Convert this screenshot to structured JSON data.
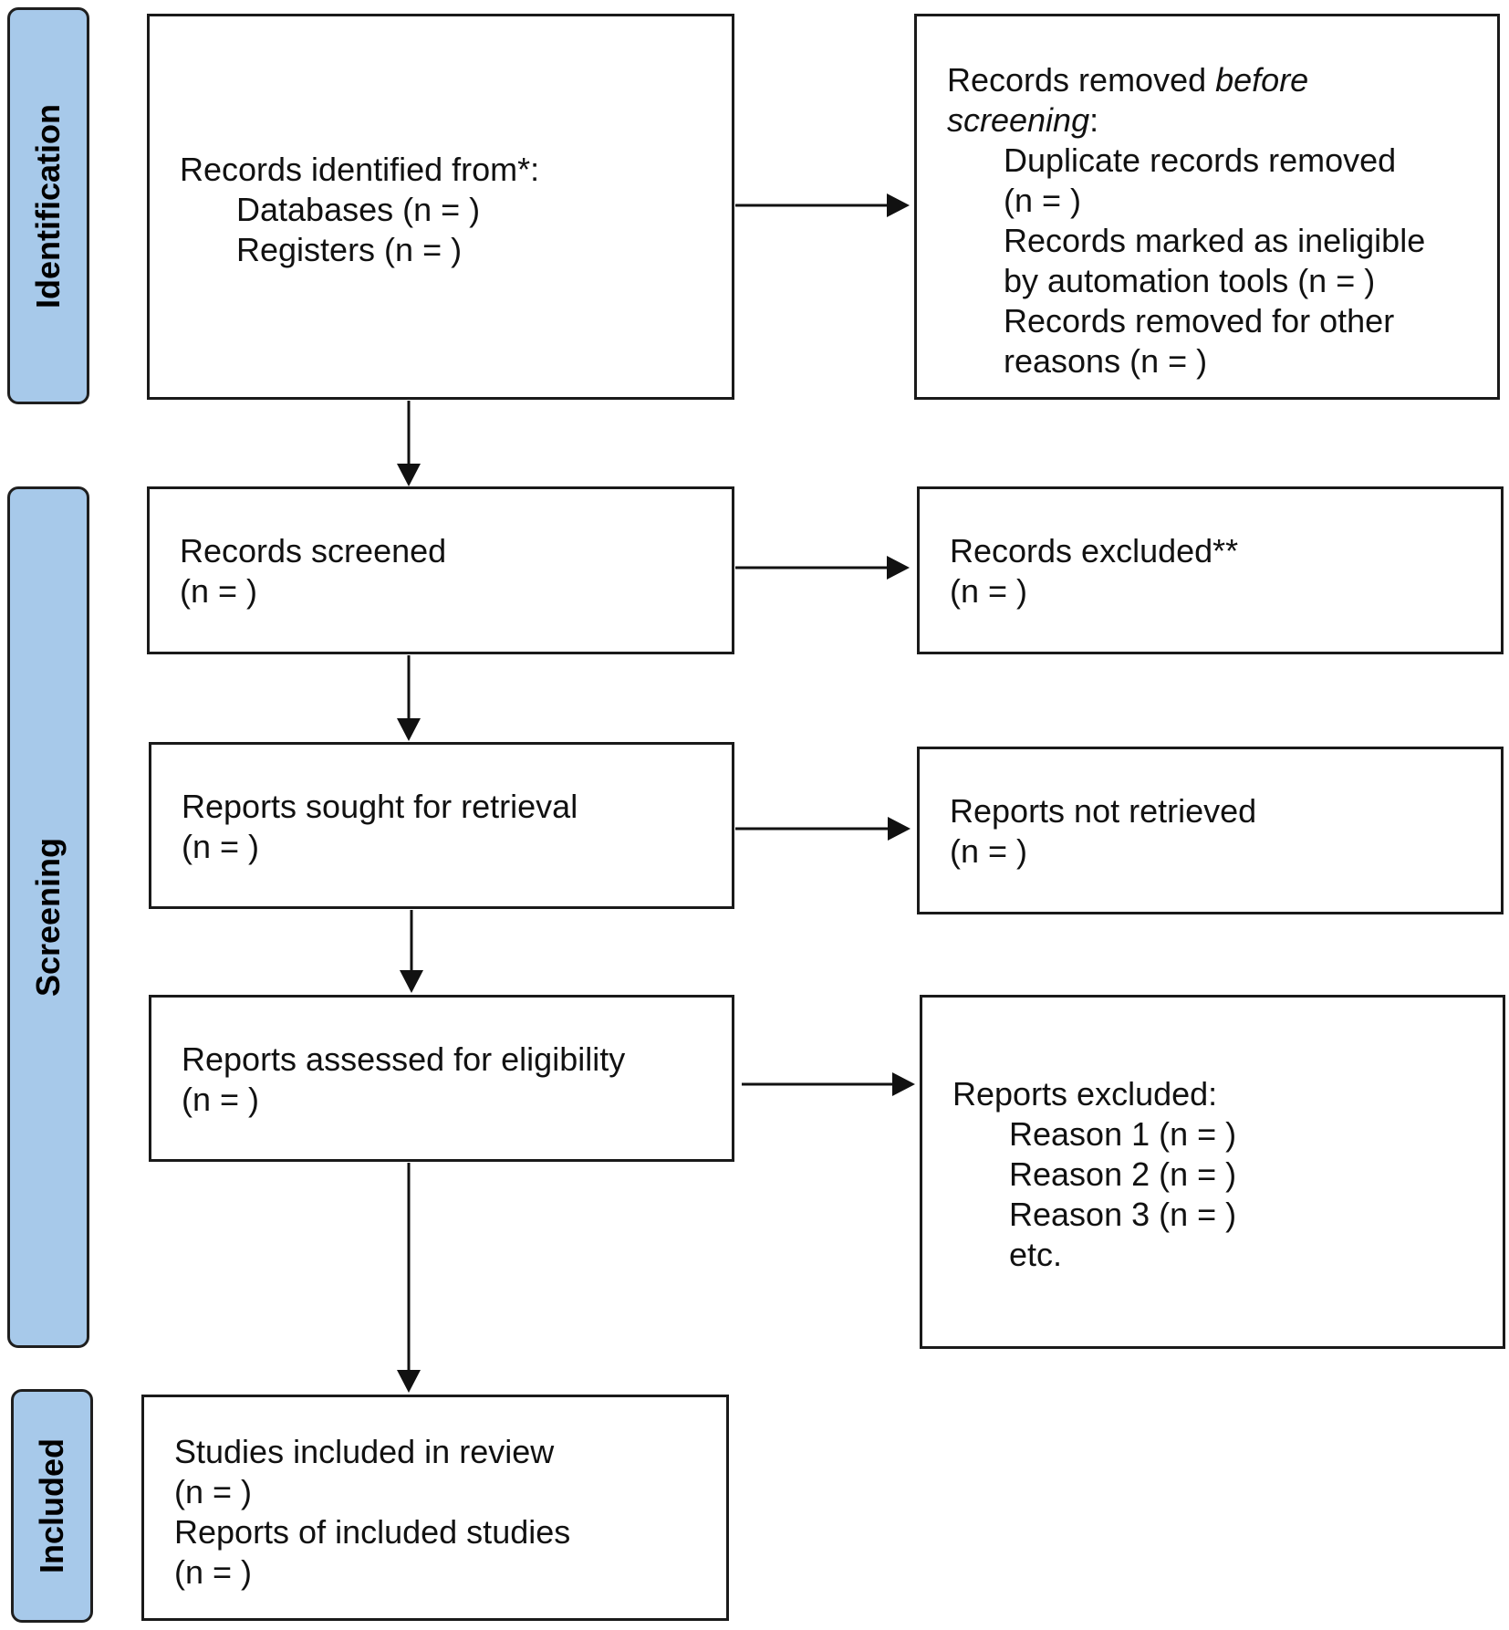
{
  "phases": {
    "identification": "Identification",
    "screening": "Screening",
    "included": "Included"
  },
  "identified": {
    "title": "Records identified from*:",
    "databases": "Databases (n = )",
    "registers": "Registers (n = )"
  },
  "removed": {
    "title_pre": "Records removed ",
    "title_em": "before",
    "title_em2": "screening",
    "title_post": ":",
    "duplicates_1": "Duplicate records removed",
    "duplicates_2": "(n = )",
    "ineligible_1": "Records marked as ineligible",
    "ineligible_2": "by automation tools (n = )",
    "other_1": "Records removed for other",
    "other_2": "reasons (n = )"
  },
  "screened": {
    "title": "Records screened",
    "count": "(n = )"
  },
  "excluded": {
    "title": "Records excluded**",
    "count": "(n = )"
  },
  "sought": {
    "title": "Reports sought for retrieval",
    "count": "(n = )"
  },
  "not_retrieved": {
    "title": "Reports not retrieved",
    "count": "(n = )"
  },
  "assessed": {
    "title": "Reports assessed for eligibility",
    "count": "(n = )"
  },
  "reports_excluded": {
    "title": "Reports excluded:",
    "reason1": "Reason 1 (n = )",
    "reason2": "Reason 2 (n = )",
    "reason3": "Reason 3 (n = )",
    "etc": "etc."
  },
  "included": {
    "studies": "Studies included in review",
    "studies_count": "(n = )",
    "reports": "Reports of included studies",
    "reports_count": "(n = )"
  }
}
